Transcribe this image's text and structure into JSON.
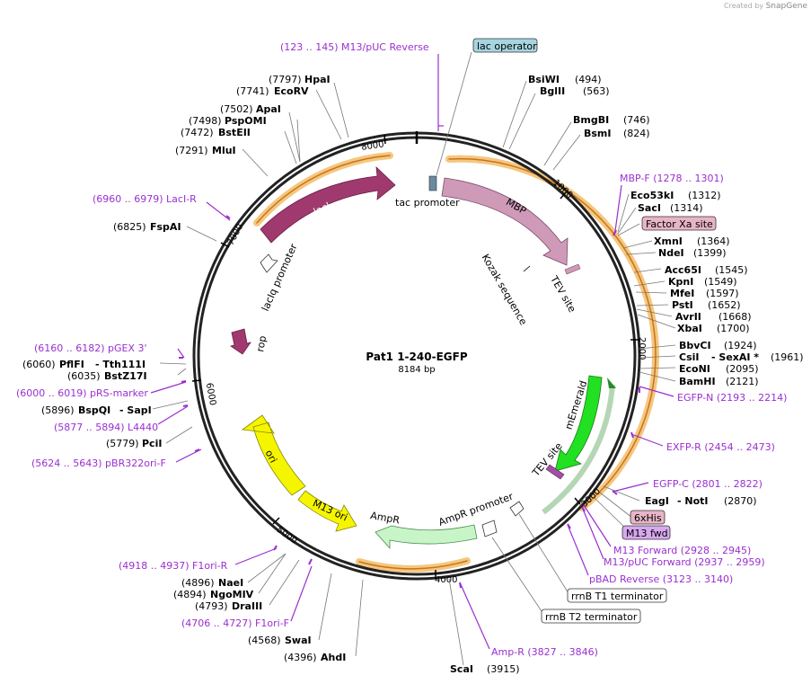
{
  "watermark": {
    "prefix": "Created by",
    "brand": "SnapGene"
  },
  "plasmid": {
    "name": "Pat1 1-240-EGFP",
    "length": "8184 bp"
  },
  "ruler": {
    "ticks": [
      "8000",
      "1000",
      "2000",
      "3000",
      "4000",
      "5000",
      "6000",
      "7000"
    ]
  },
  "features": {
    "tac_promoter": "tac promoter",
    "mbp": "MBP",
    "tev_site_1": "TEV site",
    "kozak": "Kozak sequence",
    "memerald": "mEmerald",
    "tev_site_2": "TEV site",
    "ampr_promoter": "AmpR promoter",
    "ampr": "AmpR",
    "m13_ori": "M13 ori",
    "ori": "ori",
    "rop": "rop",
    "laci": "lacI",
    "laciq_promoter": "lacIq promoter"
  },
  "boxes": {
    "lac_operator": "lac operator",
    "factor_xa": "Factor Xa site",
    "his": "6xHis",
    "m13_fwd": "M13 fwd",
    "rrnb_t1": "rrnB T1 terminator",
    "rrnb_t2": "rrnB T2 terminator"
  },
  "labels": {
    "m13puc_rev": "(123 .. 145)  M13/pUC Reverse",
    "hpaI_pos": "(7797)",
    "hpaI": "HpaI",
    "ecorv_pos": "(7741)",
    "ecorv": "EcoRV",
    "apaI_pos": "(7502)",
    "apaI": "ApaI",
    "psp_pos": "(7498)",
    "psp": "PspOMI",
    "bsteii_pos": "(7472)",
    "bsteii": "BstEII",
    "mluI_pos": "(7291)",
    "mluI": "MluI",
    "lacir": "(6960 .. 6979)  LacI-R",
    "fspai_pos": "(6825)",
    "fspai": "FspAI",
    "pgex": "(6160 .. 6182)  pGEX 3'",
    "pflfi_pos": "(6060)",
    "pflfi": "PflFI",
    "tth_sep": "- Tth111I",
    "bstz_pos": "(6035)",
    "bstz": "BstZ17I",
    "prs": "(6000 .. 6019)  pRS-marker",
    "bspqi_pos": "(5896)",
    "bspqi": "BspQI",
    "sapi_sep": "- SapI",
    "l4440": "(5877 .. 5894)  L4440",
    "pcii_pos": "(5779)",
    "pcii": "PciI",
    "pbr": "(5624 .. 5643)  pBR322ori-F",
    "f1orir": "(4918 .. 4937)  F1ori-R",
    "naei_pos": "(4896)",
    "naei": "NaeI",
    "ngo_pos": "(4894)",
    "ngo": "NgoMIV",
    "dra_pos": "(4793)",
    "dra": "DraIII",
    "f1orif": "(4706 .. 4727)  F1ori-F",
    "swai_pos": "(4568)",
    "swai": "SwaI",
    "ahdi_pos": "(4396)",
    "ahdi": "AhdI",
    "scai": "ScaI",
    "scai_pos": "(3915)",
    "ampr_p": "Amp-R    (3827 .. 3846)",
    "pbad": "pBAD Reverse    (3123 .. 3140)",
    "m13pucfwd": "M13/pUC Forward    (2937 .. 2959)",
    "m13forward": "M13 Forward    (2928 .. 2945)",
    "eagi": "EagI",
    "noti_sep": "- NotI",
    "noti_pos": "(2870)",
    "egfpc": "EGFP-C    (2801 .. 2822)",
    "exfpr": "EXFP-R    (2454 .. 2473)",
    "egfpn": "EGFP-N    (2193 .. 2214)",
    "bamhi": "BamHI",
    "bamhi_pos": "(2121)",
    "econi": "EcoNI",
    "econi_pos": "(2095)",
    "csii": "CsiI",
    "sexai_sep": "- SexAI *",
    "sexai_pos": "(1961)",
    "bbvci": "BbvCI",
    "bbvci_pos": "(1924)",
    "xbai": "XbaI",
    "xbai_pos": "(1700)",
    "avrii": "AvrII",
    "avrii_pos": "(1668)",
    "psti": "PstI",
    "psti_pos": "(1652)",
    "mfei": "MfeI",
    "mfei_pos": "(1597)",
    "kpni": "KpnI",
    "kpni_pos": "(1549)",
    "acc65i": "Acc65I",
    "acc65i_pos": "(1545)",
    "ndei": "NdeI",
    "ndei_pos": "(1399)",
    "xmni": "XmnI",
    "xmni_pos": "(1364)",
    "saci": "SacI",
    "saci_pos": "(1314)",
    "eco53ki": "Eco53kI",
    "eco53ki_pos": "(1312)",
    "mbpf": "MBP-F    (1278 .. 1301)",
    "bsmi": "BsmI",
    "bsmi_pos": "(824)",
    "bmgbi": "BmgBI",
    "bmgbi_pos": "(746)",
    "bglii": "BglII",
    "bglii_pos": "(563)",
    "bsiwi": "BsiWI",
    "bsiwi_pos": "(494)"
  },
  "colors": {
    "backbone": "#222222",
    "primer": "#9a2fd0",
    "orf_highlight": "#f5c77e",
    "orf_line": "#c8731e",
    "laci": "#a03a6e",
    "mbp": "#cf9ab8",
    "memerald": "#22e022",
    "ori": "#f5f500",
    "ampr": "#c8f5c8",
    "lac_operator_box": "#a6d5e0",
    "site_box": "#e8b4c8",
    "m13fwd_box": "#d8a8f0"
  }
}
